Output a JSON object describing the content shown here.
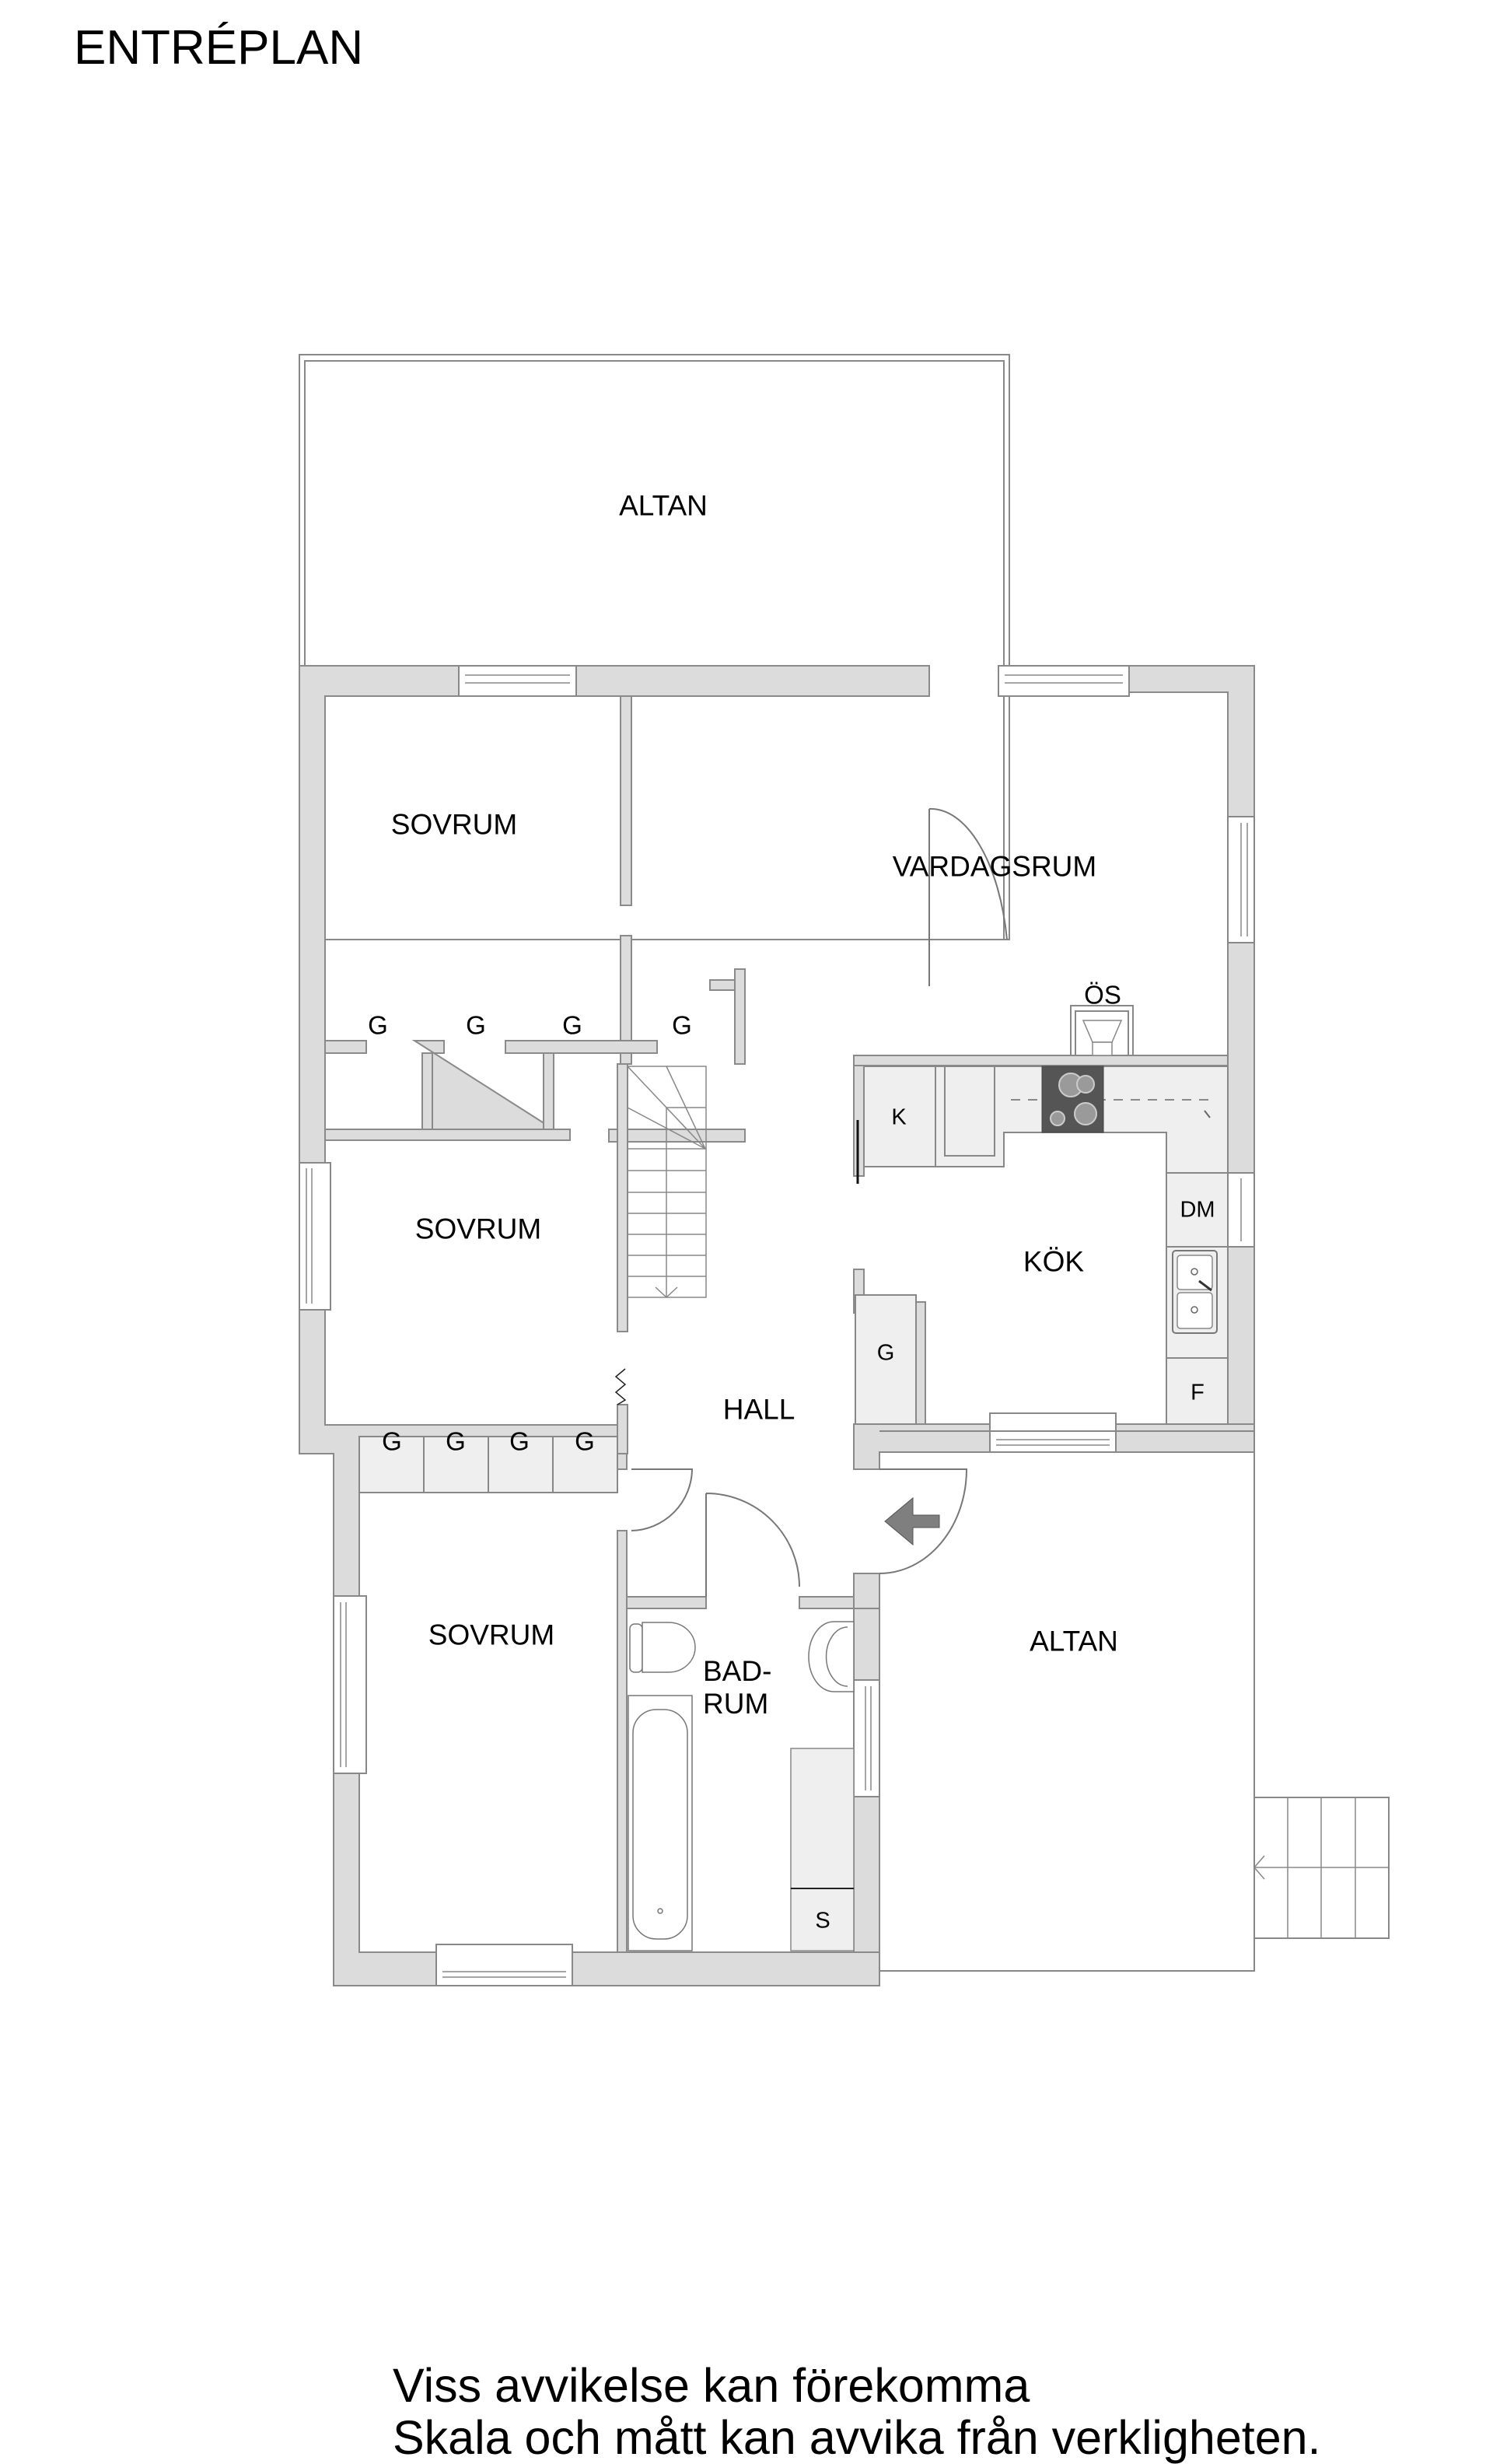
{
  "title": "ENTRÉPLAN",
  "rooms": {
    "altan_top": "ALTAN",
    "sovrum_1": "SOVRUM",
    "vardagsrum": "VARDAGSRUM",
    "os": "ÖS",
    "sovrum_2": "SOVRUM",
    "kok": "KÖK",
    "hall": "HALL",
    "sovrum_3": "SOVRUM",
    "badrum_line1": "BAD-",
    "badrum_line2": "RUM",
    "altan_bottom": "ALTAN"
  },
  "fixtures": {
    "closets_upper": [
      "G",
      "G",
      "G",
      "G"
    ],
    "closets_lower": [
      "G",
      "G",
      "G",
      "G"
    ],
    "closet_hall": "G",
    "kyl": "K",
    "diskmaskin": "DM",
    "frys": "F",
    "skap_bad": "S"
  },
  "footer": {
    "line1": "Viss avvikelse kan förekomma",
    "line2": "Skala och mått kan avvika från verkligheten."
  },
  "colors": {
    "wall_fill": "#dcdcdc",
    "wall_stroke": "#8a8a8a",
    "counter_fill": "#efefef",
    "stove_fill": "#555555",
    "arrow_fill": "#7f7f7f"
  }
}
